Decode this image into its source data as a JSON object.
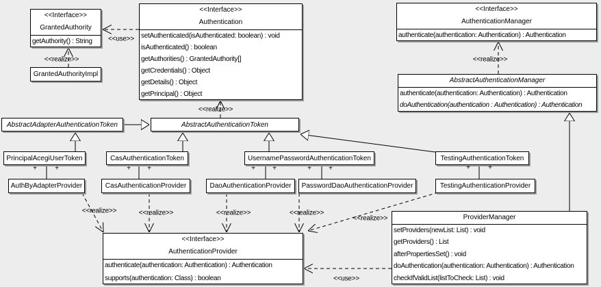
{
  "diagram": {
    "background_color": "#ededed",
    "box_fill": "#ffffff",
    "border_color": "#000000",
    "shadow_color": "#9e9e9e"
  },
  "labels": {
    "realize": "<<realize>>",
    "use": "<<use>>",
    "plus": "+",
    "interface_stereotype": "<<Interface>>"
  },
  "classes": {
    "granted_authority": {
      "stereotype": "<<Interface>>",
      "name": "GrantedAuthority",
      "methods": [
        "getAuthority() : String"
      ]
    },
    "granted_authority_impl": {
      "name": "GrantedAuthorityImpl"
    },
    "authentication": {
      "stereotype": "<<Interface>>",
      "name": "Authentication",
      "methods": [
        "setAuthenticated(isAuthenticated: boolean) : void",
        "isAuthenticated() : boolean",
        "getAuthorities() : GrantedAuthority[]",
        "getCredentials() : Object",
        "getDetails() : Object",
        "getPrincipal() : Object"
      ]
    },
    "authentication_manager": {
      "stereotype": "<<Interface>>",
      "name": "AuthenticationManager",
      "methods": [
        "authenticate(authentication: Authentication) : Authentication"
      ]
    },
    "abstract_authentication_manager": {
      "name": "AbstractAuthenticationManager",
      "abstract": true,
      "methods": [
        "authenticate(authentication: Authentication) : Authentication",
        "doAuthentication(authentication : Authentication) : Authentication"
      ]
    },
    "abstract_adapter_authentication_token": {
      "name": "AbstractAdapterAuthenticationToken",
      "abstract": true
    },
    "abstract_authentication_token": {
      "name": "AbstractAuthenticationToken",
      "abstract": true
    },
    "principal_acegi_user_token": {
      "name": "PrincipalAcegiUserToken"
    },
    "cas_authentication_token": {
      "name": "CasAuthenticationToken"
    },
    "username_password_authentication_token": {
      "name": "UsernamePasswordAuthenticationToken"
    },
    "testing_authentication_token": {
      "name": "TestingAuthenticationToken"
    },
    "auth_by_adapter_provider": {
      "name": "AuthByAdapterProvider"
    },
    "cas_authentication_provider": {
      "name": "CasAuthenticationProvider"
    },
    "dao_authentication_provider": {
      "name": "DaoAuthenticationProvider"
    },
    "password_dao_authentication_provider": {
      "name": "PasswordDaoAuthenticationProvider"
    },
    "testing_authentication_provider": {
      "name": "TestingAuthenticationProvider"
    },
    "authentication_provider": {
      "stereotype": "<<Interface>>",
      "name": "AuthenticationProvider",
      "methods": [
        "authenticate(authentication: Authentication) : Authentication",
        "supports(authentication: Class) : boolean"
      ]
    },
    "provider_manager": {
      "name": "ProviderManager",
      "methods": [
        "setProviders(newList: List) : void",
        "getProviders() : List",
        "afterPropertiesSet() : void",
        "doAuthentication(authentication: Authentication) : Authentication",
        "checkIfValidList(listToCheck: List) : void"
      ]
    }
  },
  "relationships": [
    {
      "from": "Authentication",
      "to": "GrantedAuthority",
      "type": "use"
    },
    {
      "from": "GrantedAuthorityImpl",
      "to": "GrantedAuthority",
      "type": "realize"
    },
    {
      "from": "AbstractAuthenticationToken",
      "to": "Authentication",
      "type": "realize"
    },
    {
      "from": "AbstractAuthenticationManager",
      "to": "AuthenticationManager",
      "type": "realize"
    },
    {
      "from": "AbstractAdapterAuthenticationToken",
      "to": "AbstractAuthenticationToken",
      "type": "generalization"
    },
    {
      "from": "PrincipalAcegiUserToken",
      "to": "AbstractAdapterAuthenticationToken",
      "type": "generalization"
    },
    {
      "from": "CasAuthenticationToken",
      "to": "AbstractAuthenticationToken",
      "type": "generalization"
    },
    {
      "from": "UsernamePasswordAuthenticationToken",
      "to": "AbstractAuthenticationToken",
      "type": "generalization"
    },
    {
      "from": "TestingAuthenticationToken",
      "to": "AbstractAuthenticationToken",
      "type": "generalization"
    },
    {
      "from": "ProviderManager",
      "to": "AbstractAuthenticationManager",
      "type": "generalization"
    },
    {
      "from": "PrincipalAcegiUserToken",
      "to": "AuthByAdapterProvider",
      "type": "association"
    },
    {
      "from": "CasAuthenticationToken",
      "to": "CasAuthenticationProvider",
      "type": "association"
    },
    {
      "from": "UsernamePasswordAuthenticationToken",
      "to": "DaoAuthenticationProvider",
      "type": "association"
    },
    {
      "from": "UsernamePasswordAuthenticationToken",
      "to": "PasswordDaoAuthenticationProvider",
      "type": "association"
    },
    {
      "from": "TestingAuthenticationToken",
      "to": "TestingAuthenticationProvider",
      "type": "association"
    },
    {
      "from": "AuthByAdapterProvider",
      "to": "AuthenticationProvider",
      "type": "realize"
    },
    {
      "from": "CasAuthenticationProvider",
      "to": "AuthenticationProvider",
      "type": "realize"
    },
    {
      "from": "DaoAuthenticationProvider",
      "to": "AuthenticationProvider",
      "type": "realize"
    },
    {
      "from": "PasswordDaoAuthenticationProvider",
      "to": "AuthenticationProvider",
      "type": "realize"
    },
    {
      "from": "TestingAuthenticationProvider",
      "to": "AuthenticationProvider",
      "type": "realize"
    },
    {
      "from": "ProviderManager",
      "to": "AuthenticationProvider",
      "type": "use"
    }
  ]
}
